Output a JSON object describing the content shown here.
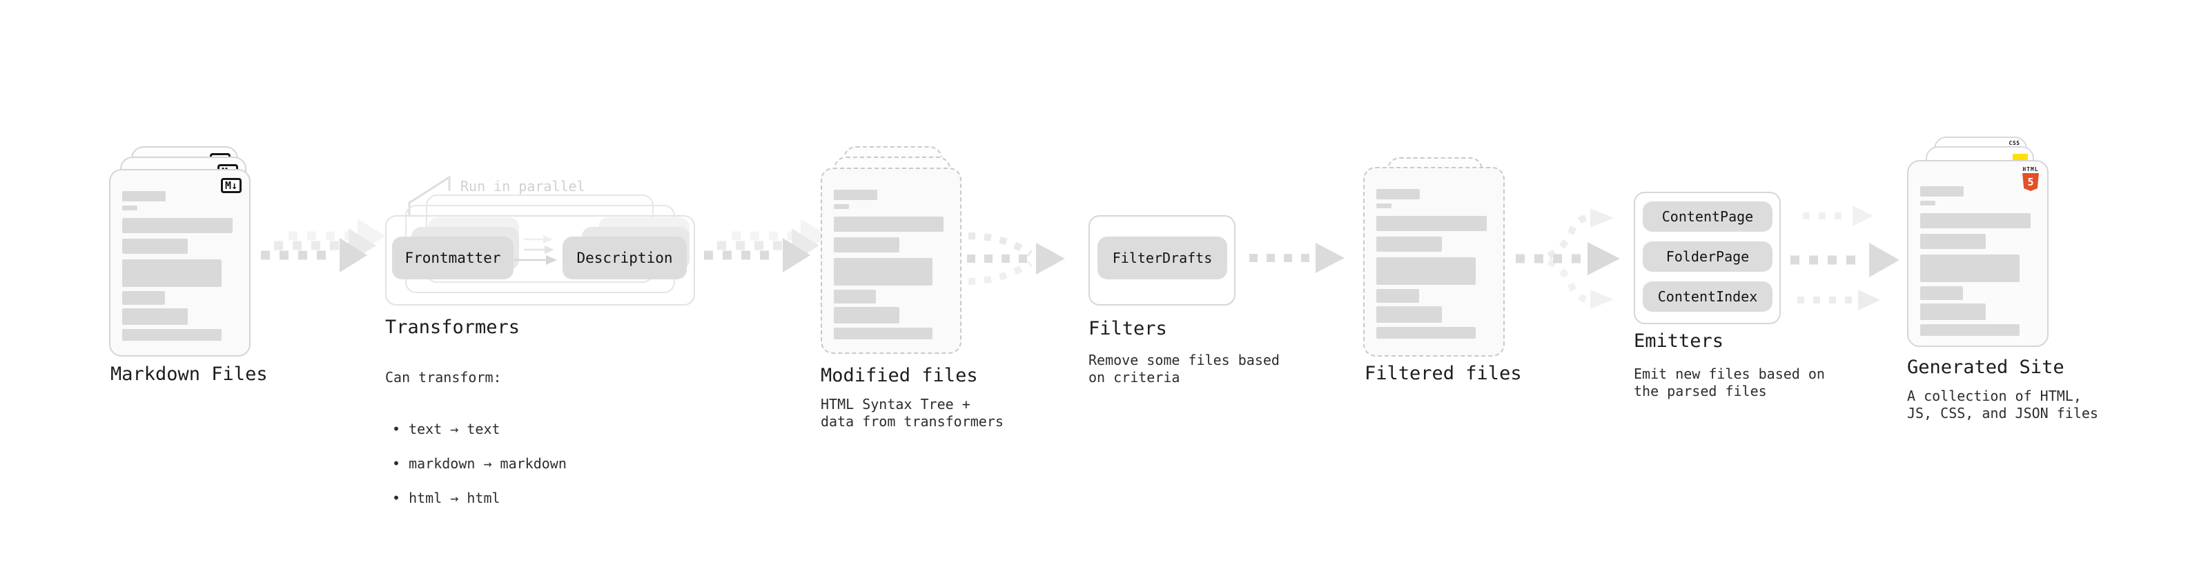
{
  "stages": {
    "markdown": {
      "title": "Markdown Files",
      "badge": "M↓"
    },
    "transformers": {
      "note": "Run in parallel",
      "pill_left": "Frontmatter",
      "pill_right": "Description",
      "title": "Transformers",
      "desc_heading": "Can transform:",
      "bullets": [
        "• text → text",
        "• markdown → markdown",
        "• html → html"
      ]
    },
    "modified": {
      "title": "Modified files",
      "desc": "HTML Syntax Tree +\ndata from transformers"
    },
    "filters": {
      "pill": "FilterDrafts",
      "title": "Filters",
      "desc": "Remove some files based\non criteria"
    },
    "filtered": {
      "title": "Filtered files"
    },
    "emitters": {
      "pills": [
        "ContentPage",
        "FolderPage",
        "ContentIndex"
      ],
      "title": "Emitters",
      "desc": "Emit new files based on\nthe parsed files"
    },
    "generated": {
      "title": "Generated Site",
      "desc": "A collection of HTML,\nJS, CSS, and JSON files",
      "html_label": "HTML",
      "html_number": "5",
      "css_label": "CSS"
    }
  },
  "colors": {
    "html5_orange": "#e34f26",
    "js_yellow": "#ffe000",
    "css_blue": "#2f6bff",
    "arrow_gray": "#dcdcdc",
    "placeholder_bar": "#d9d9d9",
    "pill_gray": "#dcdcdc",
    "text_dark": "#1c1c1c",
    "faint_note": "#d0d0d0"
  }
}
